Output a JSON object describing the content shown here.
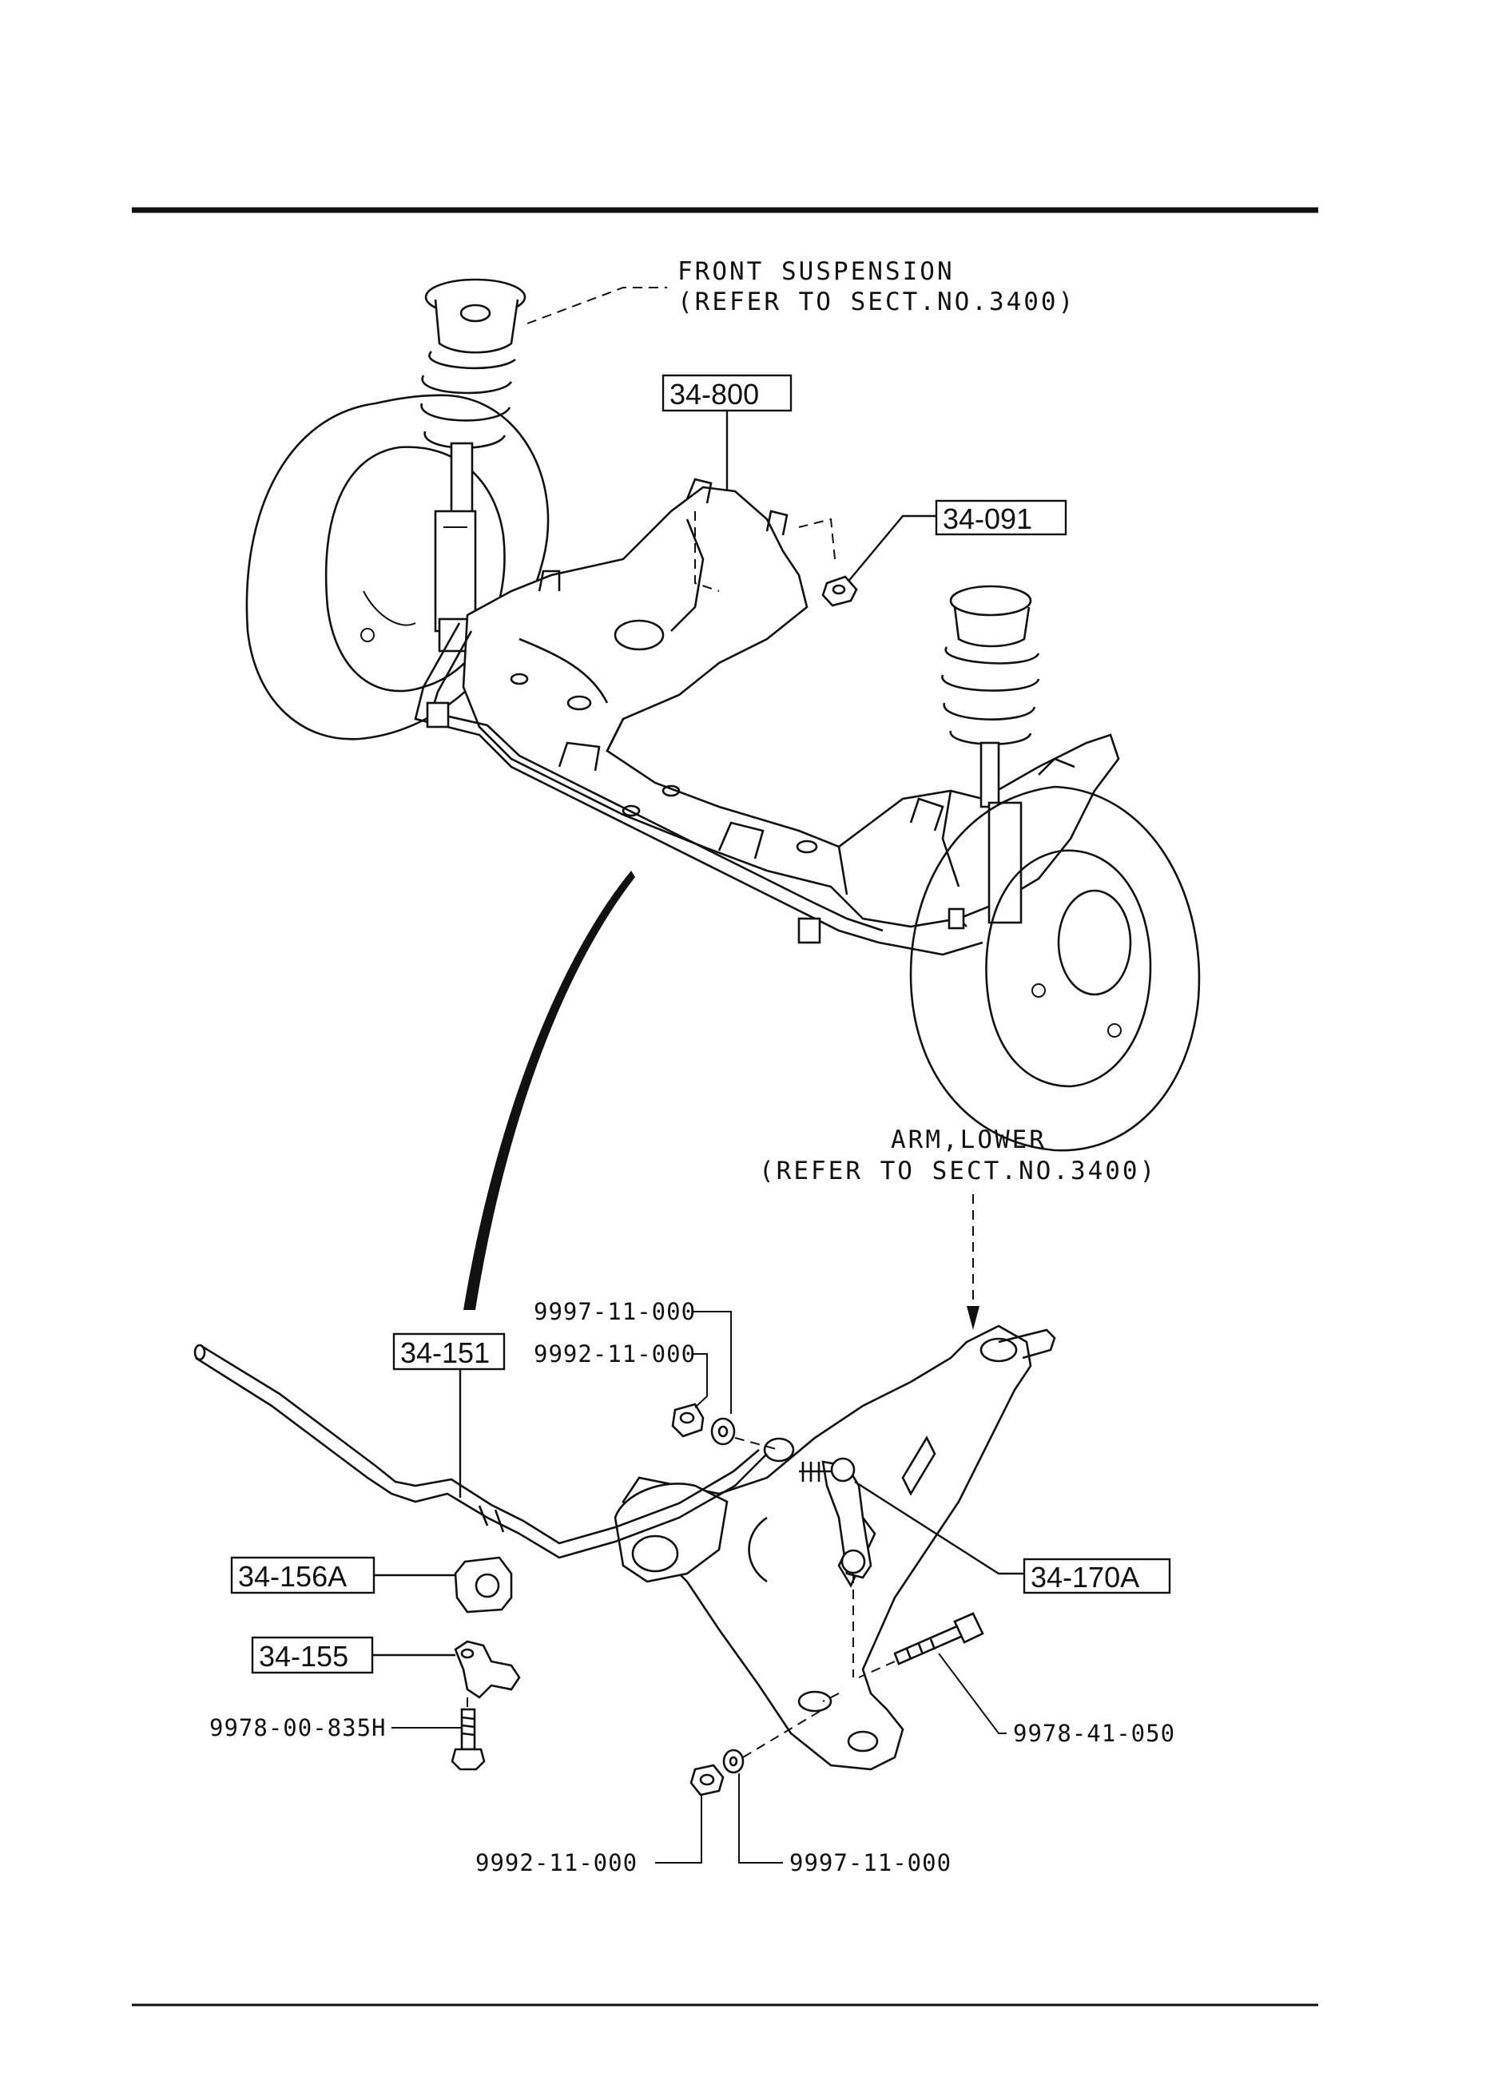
{
  "notes": {
    "front_suspension_line1": "FRONT SUSPENSION",
    "front_suspension_line2": "(REFER TO SECT.NO.3400)",
    "lower_arm_line1": "ARM,LOWER",
    "lower_arm_line2": "(REFER TO SECT.NO.3400)"
  },
  "callouts": {
    "crossmember": "34-800",
    "nut_top": "34-091",
    "stabilizer_bar": "34-151",
    "bushing": "34-156A",
    "bracket": "34-155",
    "link": "34-170A"
  },
  "part_numbers": {
    "washer_upper": "9997-11-000",
    "nut_upper": "9992-11-000",
    "bracket_bolt": "9978-00-835H",
    "link_bolt": "9978-41-050",
    "nut_lower": "9992-11-000",
    "washer_lower": "9997-11-000"
  }
}
